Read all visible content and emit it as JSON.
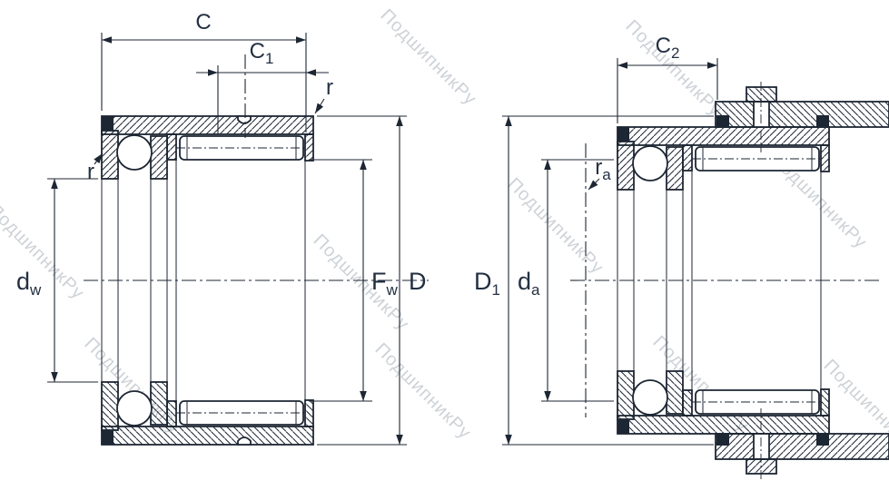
{
  "watermark": {
    "text": "ПодшипникРу"
  },
  "colors": {
    "line": "#1d2633",
    "text": "#233042",
    "watermark": "#c9ced3",
    "background": "#ffffff"
  },
  "left_view": {
    "description": "combined needle roller / thrust ball bearing cross-section",
    "dims": {
      "C": "C",
      "C1": {
        "main": "C",
        "sub": "1"
      },
      "r_top": "r",
      "r_left": "r",
      "dw": {
        "main": "d",
        "sub": "w"
      },
      "Fw": {
        "main": "F",
        "sub": "w"
      },
      "D": "D"
    }
  },
  "right_view": {
    "description": "mounted bearing cross-section with abutments",
    "dims": {
      "C2": {
        "main": "C",
        "sub": "2"
      },
      "ra": {
        "main": "r",
        "sub": "a"
      },
      "D1": {
        "main": "D",
        "sub": "1"
      },
      "da": {
        "main": "d",
        "sub": "a"
      }
    }
  }
}
